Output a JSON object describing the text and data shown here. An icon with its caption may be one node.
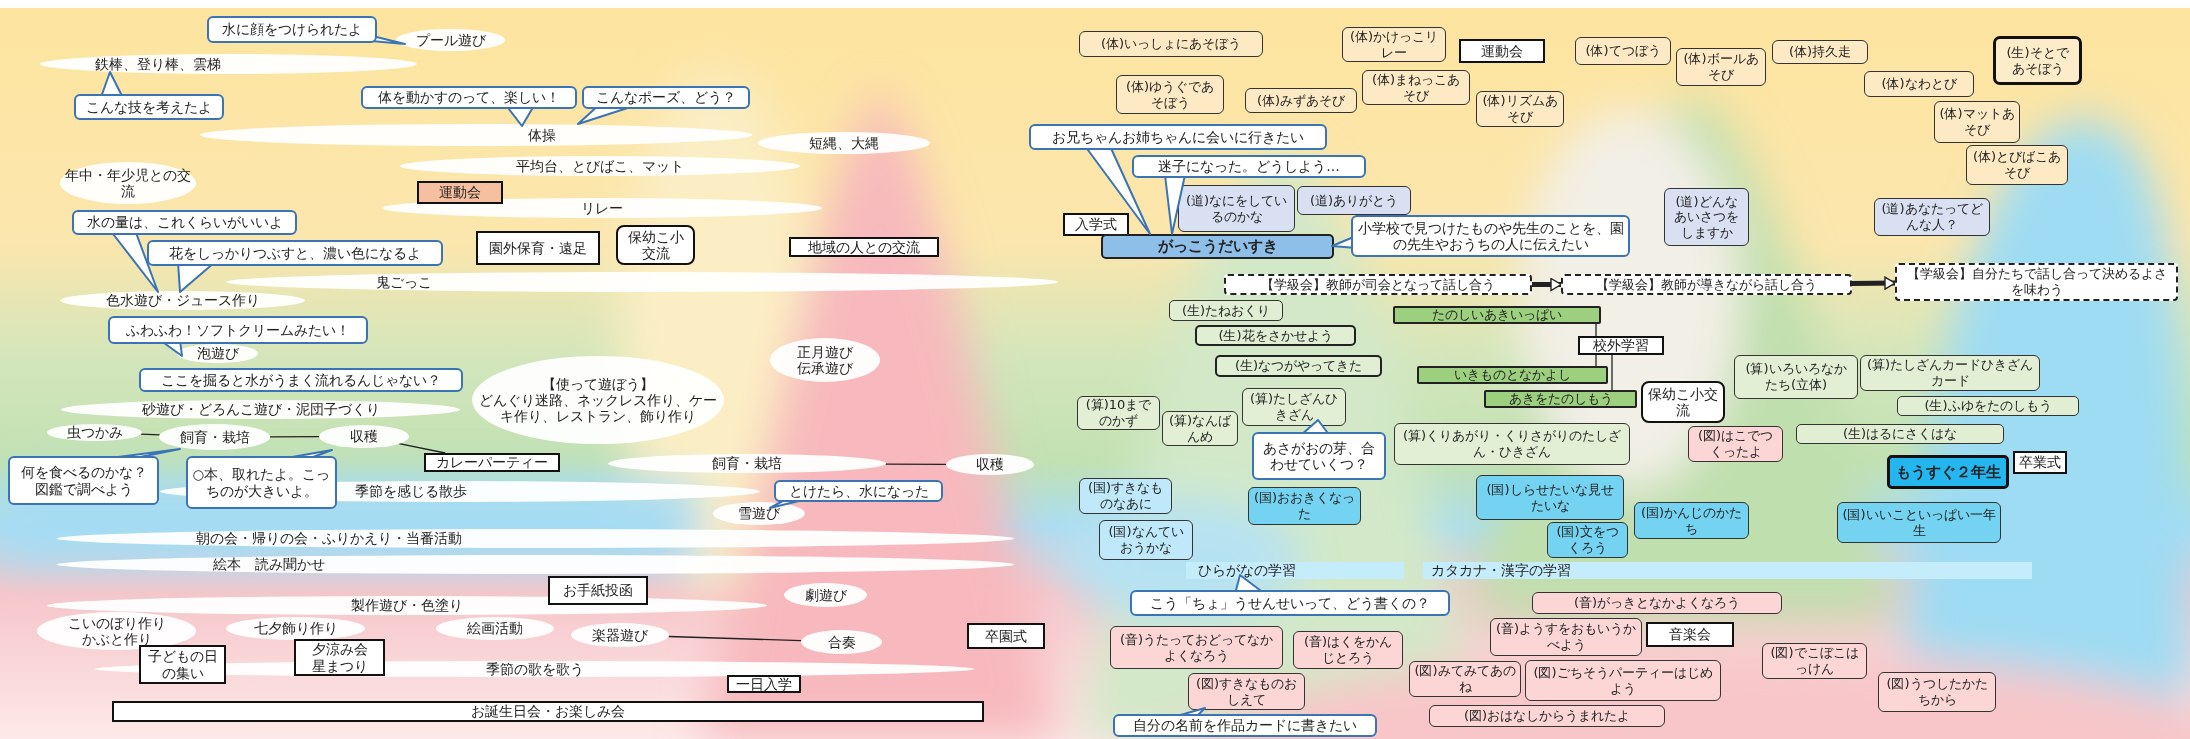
{
  "diagram": {
    "nodes": [
      {
        "text": [
          "水に顔をつけられたよ"
        ]
      },
      {
        "text": [
          "プール遊び"
        ]
      },
      {
        "text": [
          "鉄棒、登り棒、雲梯"
        ]
      },
      {
        "text": [
          "こんな技を考えたよ"
        ]
      },
      {
        "text": [
          "体を動かすのって、楽しい！"
        ]
      },
      {
        "text": [
          "こんなポーズ、どう？"
        ]
      },
      {
        "text": [
          "体操"
        ]
      },
      {
        "text": [
          "短縄、大縄"
        ]
      },
      {
        "text": [
          "平均台、とびばこ、マット"
        ]
      },
      {
        "text": [
          "年中・年少児との交流"
        ]
      },
      {
        "text": [
          "運動会"
        ]
      },
      {
        "text": [
          "リレー"
        ]
      },
      {
        "text": [
          "水の量は、これくらいがいいよ"
        ]
      },
      {
        "text": [
          "花をしっかりつぶすと、濃い色になるよ"
        ]
      },
      {
        "text": [
          "園外保育・遠足"
        ]
      },
      {
        "text": [
          "保幼こ小交流"
        ]
      },
      {
        "text": [
          "地域の人との交流"
        ]
      },
      {
        "text": [
          "鬼ごっこ"
        ]
      },
      {
        "text": [
          "色水遊び・ジュース作り"
        ]
      },
      {
        "text": [
          "ふわふわ！ソフトクリームみたい！"
        ]
      },
      {
        "text": [
          "泡遊び"
        ]
      },
      {
        "text": [
          "正月遊び",
          "伝承遊び"
        ]
      },
      {
        "text": [
          "ここを掘ると水がうまく流れるんじゃない？"
        ]
      },
      {
        "text": [
          "【使って遊ぼう】",
          "どんぐり迷路、ネックレス作り、ケーキ作り、レストラン、飾り作り"
        ]
      },
      {
        "text": [
          "砂遊び・どろんこ遊び・泥団子づくり"
        ]
      },
      {
        "text": [
          "虫つかみ"
        ]
      },
      {
        "text": [
          "飼育・栽培"
        ]
      },
      {
        "text": [
          "収穫"
        ]
      },
      {
        "text": [
          "カレーパーティー"
        ]
      },
      {
        "text": [
          "何を食べるのかな？図鑑で調べよう"
        ]
      },
      {
        "text": [
          "○本、取れたよ。こっちのが大きいよ。"
        ]
      },
      {
        "text": [
          "季節を感じる散歩"
        ]
      },
      {
        "text": [
          "飼育・栽培"
        ]
      },
      {
        "text": [
          "収穫"
        ]
      },
      {
        "text": [
          "とけたら、水になった"
        ]
      },
      {
        "text": [
          "雪遊び"
        ]
      },
      {
        "text": [
          "朝の会・帰りの会・ふりかえり・当番活動"
        ]
      },
      {
        "text": [
          "絵本　読み聞かせ"
        ]
      },
      {
        "text": [
          "お手紙投函"
        ]
      },
      {
        "text": [
          "劇遊び"
        ]
      },
      {
        "text": [
          "製作遊び・色塗り"
        ]
      },
      {
        "text": [
          "こいのぼり作り",
          "かぶと作り"
        ]
      },
      {
        "text": [
          "七夕飾り作り"
        ]
      },
      {
        "text": [
          "絵画活動"
        ]
      },
      {
        "text": [
          "楽器遊び"
        ]
      },
      {
        "text": [
          "合奏"
        ]
      },
      {
        "text": [
          "卒園式"
        ]
      },
      {
        "text": [
          "子どもの日の集い"
        ]
      },
      {
        "text": [
          "夕涼み会",
          "星まつり"
        ]
      },
      {
        "text": [
          "季節の歌を歌う"
        ]
      },
      {
        "text": [
          "一日入学"
        ]
      },
      {
        "text": [
          "お誕生日会・お楽しみ会"
        ]
      },
      {
        "text": [
          "(体)いっしょにあそぼう"
        ]
      },
      {
        "text": [
          "(体)ゆうぐであそぼう"
        ]
      },
      {
        "text": [
          "(体)みずあそび"
        ]
      },
      {
        "text": [
          "(体)かけっこリレー"
        ]
      },
      {
        "text": [
          "運動会"
        ]
      },
      {
        "text": [
          "(体)まねっこあそび"
        ]
      },
      {
        "text": [
          "(体)リズムあそび"
        ]
      },
      {
        "text": [
          "(体)てつぼう"
        ]
      },
      {
        "text": [
          "(体)ボールあそび"
        ]
      },
      {
        "text": [
          "(体)持久走"
        ]
      },
      {
        "text": [
          "(体)なわとび"
        ]
      },
      {
        "text": [
          "(生)そとであそぼう"
        ]
      },
      {
        "text": [
          "(体)マットあそび"
        ]
      },
      {
        "text": [
          "(体)とびばこあそび"
        ]
      },
      {
        "text": [
          "(道)どんなあいさつをしますか"
        ]
      },
      {
        "text": [
          "(道)あなたってどんな人？"
        ]
      },
      {
        "text": [
          "お兄ちゃんお姉ちゃんに会いに行きたい"
        ]
      },
      {
        "text": [
          "迷子になった。どうしよう…"
        ]
      },
      {
        "text": [
          "(道)なにをしているのかな"
        ]
      },
      {
        "text": [
          "(道)ありがとう"
        ]
      },
      {
        "text": [
          "入学式"
        ]
      },
      {
        "text": [
          "がっこうだいすき"
        ]
      },
      {
        "text": [
          "小学校で見つけたものや先生のことを、園の先生やおうちの人に伝えたい"
        ]
      },
      {
        "text": [
          "【学級会】教師が司会となって話し合う"
        ]
      },
      {
        "text": [
          "【学級会】教師が導きながら話し合う"
        ]
      },
      {
        "text": [
          "【学級会】自分たちで話し合って決めるよさを味わう"
        ]
      },
      {
        "text": [
          "(生)たねおくり"
        ]
      },
      {
        "text": [
          "(生)花をさかせよう"
        ]
      },
      {
        "text": [
          "たのしいあきいっぱい"
        ]
      },
      {
        "text": [
          "校外学習"
        ]
      },
      {
        "text": [
          "(生)なつがやってきた"
        ]
      },
      {
        "text": [
          "いきものとなかよし"
        ]
      },
      {
        "text": [
          "あきをたのしもう"
        ]
      },
      {
        "text": [
          "保幼こ小交流"
        ]
      },
      {
        "text": [
          "(算)10までのかず"
        ]
      },
      {
        "text": [
          "(算)なんばんめ"
        ]
      },
      {
        "text": [
          "(算)たしざんひきざん"
        ]
      },
      {
        "text": [
          "あさがおの芽、合わせていくつ？"
        ]
      },
      {
        "text": [
          "(算)くりあがり・くりさがりのたしざん・ひきざん"
        ]
      },
      {
        "text": [
          "(図)はこでつくったよ"
        ]
      },
      {
        "text": [
          "(算)いろいろなかたち(立体)"
        ]
      },
      {
        "text": [
          "(算)たしざんカードひきざんカード"
        ]
      },
      {
        "text": [
          "(生)ふゆをたのしもう"
        ]
      },
      {
        "text": [
          "(生)はるにさくはな"
        ]
      },
      {
        "text": [
          "もうすぐ２年生"
        ]
      },
      {
        "text": [
          "卒業式"
        ]
      },
      {
        "text": [
          "(国)いいこといっぱい一年生"
        ]
      },
      {
        "text": [
          "(国)すきなものなあに"
        ]
      },
      {
        "text": [
          "(国)おおきくなった"
        ]
      },
      {
        "text": [
          "(国)しらせたいな見せたいな"
        ]
      },
      {
        "text": [
          "(国)文をつくろう"
        ]
      },
      {
        "text": [
          "(国)かんじのかたち"
        ]
      },
      {
        "text": [
          "(国)なんていおうかな"
        ]
      },
      {
        "text": [
          "ひらがなの学習"
        ]
      },
      {
        "text": [
          "カタカナ・漢字の学習"
        ]
      },
      {
        "text": [
          "こう「ちょ」うせんせいって、どう書くの？"
        ]
      },
      {
        "text": [
          "(音)がっきとなかよくなろう"
        ]
      },
      {
        "text": [
          "(音)ようすをおもいうかべよう"
        ]
      },
      {
        "text": [
          "音楽会"
        ]
      },
      {
        "text": [
          "(音)うたっておどってなかよくなろう"
        ]
      },
      {
        "text": [
          "(音)はくをかんじとろう"
        ]
      },
      {
        "text": [
          "(図)みてみてあのね"
        ]
      },
      {
        "text": [
          "(図)ごちそうパーティーはじめよう"
        ]
      },
      {
        "text": [
          "(図)でこぼこはっけん"
        ]
      },
      {
        "text": [
          "(図)うつしたかたちから"
        ]
      },
      {
        "text": [
          "(図)すきなものおしえて"
        ]
      },
      {
        "text": [
          "(図)おはなしからうまれたよ"
        ]
      },
      {
        "text": [
          "自分の名前を作品カードに書きたい"
        ]
      }
    ],
    "edges": [
      {
        "from": 25,
        "to": 26,
        "arrow": "none"
      },
      {
        "from": 26,
        "to": 27,
        "arrow": "none"
      },
      {
        "from": 27,
        "to": 28,
        "arrow": "none"
      },
      {
        "from": 32,
        "to": 33,
        "arrow": "none"
      },
      {
        "from": 44,
        "to": 45,
        "arrow": "none"
      },
      {
        "from": 75,
        "to": 76,
        "arrow": "to",
        "style": "thick"
      },
      {
        "from": 76,
        "to": 77,
        "arrow": "to",
        "style": "thick"
      },
      {
        "from": 81,
        "to": 80,
        "arrow": "none"
      },
      {
        "from": 81,
        "to": 83,
        "arrow": "none"
      },
      {
        "from": 81,
        "to": 84,
        "arrow": "none"
      }
    ]
  }
}
